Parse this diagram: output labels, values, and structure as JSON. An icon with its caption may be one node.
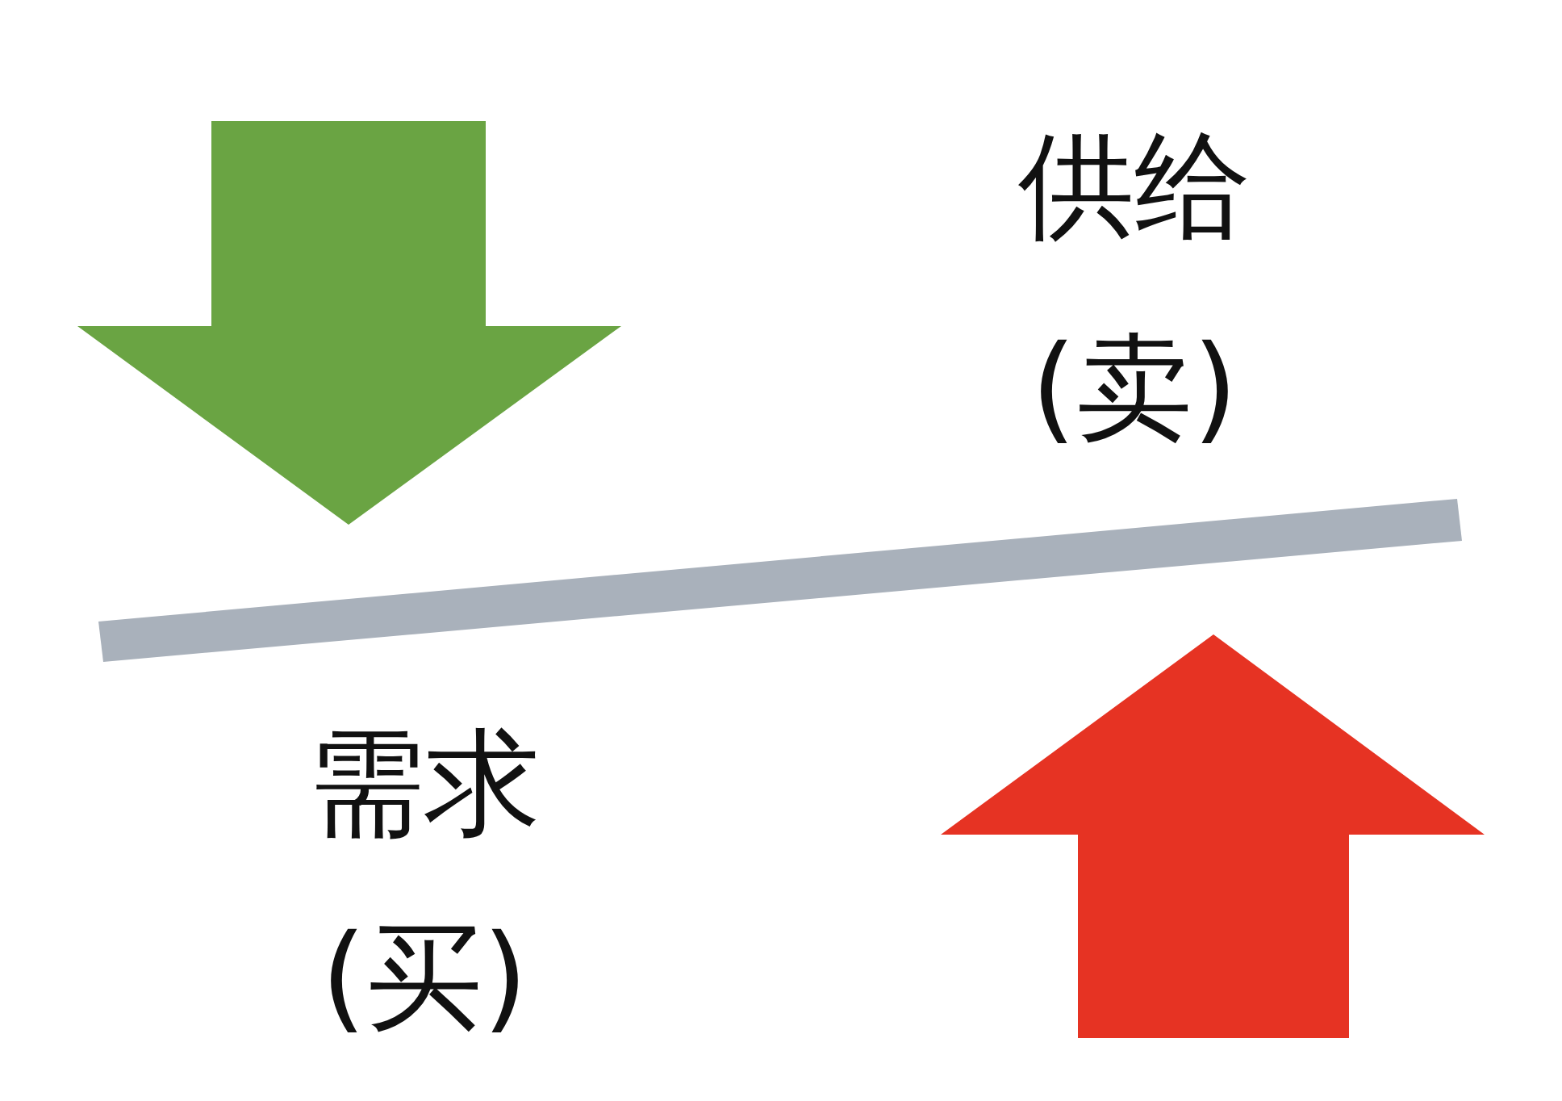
{
  "diagram": {
    "labels": [
      "供给",
      "(卖)",
      "需求",
      "(买)"
    ]
  }
}
